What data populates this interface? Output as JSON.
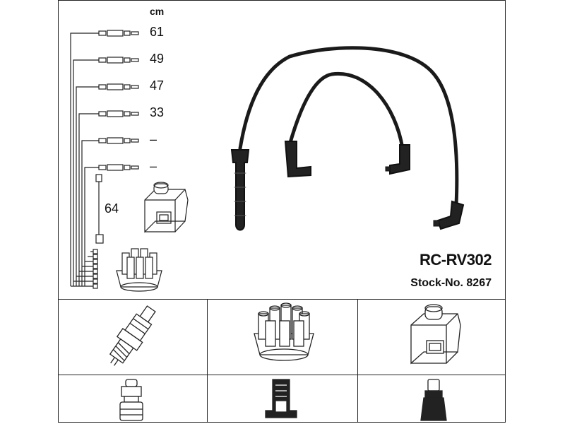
{
  "header": {
    "unit": "cm"
  },
  "lengths": [
    "61",
    "49",
    "47",
    "33",
    "–",
    "–"
  ],
  "coil_lead_length": "64",
  "product": {
    "part_no": "RC-RV302",
    "stock_no": "Stock-No. 8267"
  },
  "icons": [
    "ignition-cable-set",
    "ignition-coil",
    "distributor-cap",
    "spark-plug",
    "plug-terminal",
    "cap-terminal",
    "coil-terminal"
  ]
}
